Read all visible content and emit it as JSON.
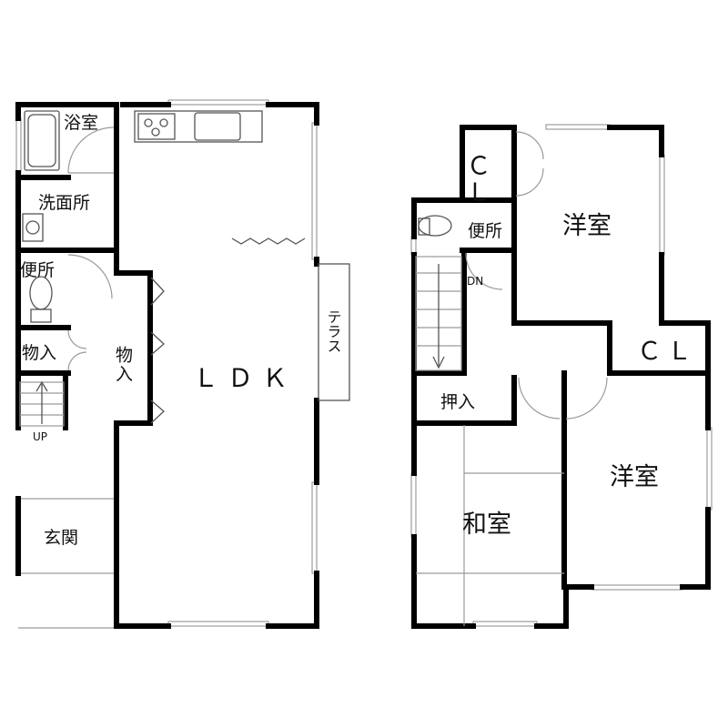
{
  "floor1": {
    "bath": "浴室",
    "washroom": "洗面所",
    "toilet": "便所",
    "storage_small": "物入",
    "stairs_up": "UP",
    "entrance": "玄関",
    "storage_ldk": "物入",
    "ldk": "ＬＤＫ",
    "terrace": "テラス"
  },
  "floor2": {
    "closet_top": "ＣＬ",
    "western_room_top": "洋室",
    "toilet": "便所",
    "stairs_down": "DN",
    "closet_right": "ＣＬ",
    "oshiire": "押入",
    "western_room_right": "洋室",
    "japanese_room": "和室"
  }
}
